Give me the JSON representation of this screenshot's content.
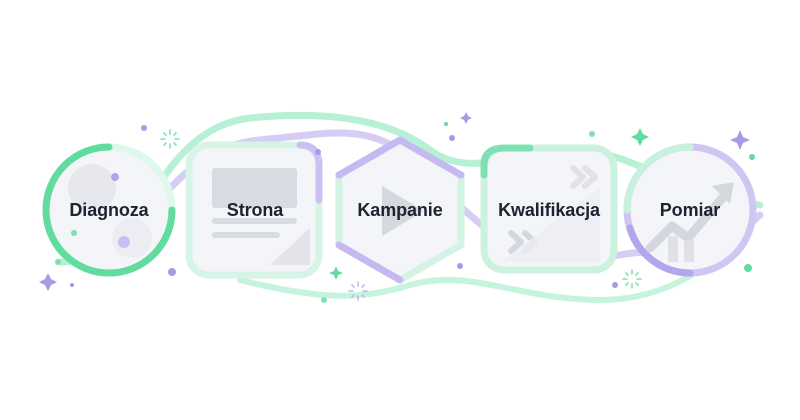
{
  "steps": [
    {
      "label": "Diagnoza",
      "shape": "circle",
      "icon": "progress-ring-icon"
    },
    {
      "label": "Strona",
      "shape": "rounded-square",
      "icon": "web-page-icon"
    },
    {
      "label": "Kampanie",
      "shape": "hexagon",
      "icon": "play-icon"
    },
    {
      "label": "Kwalifikacja",
      "shape": "rounded-square",
      "icon": "chevrons-right-icon"
    },
    {
      "label": "Pomiar",
      "shape": "circle",
      "icon": "growth-chart-icon"
    }
  ],
  "colors": {
    "green": "#5fdc9e",
    "purple": "#a99ae6",
    "text": "#1f2230",
    "icon_gray": "#c9ccd3"
  }
}
